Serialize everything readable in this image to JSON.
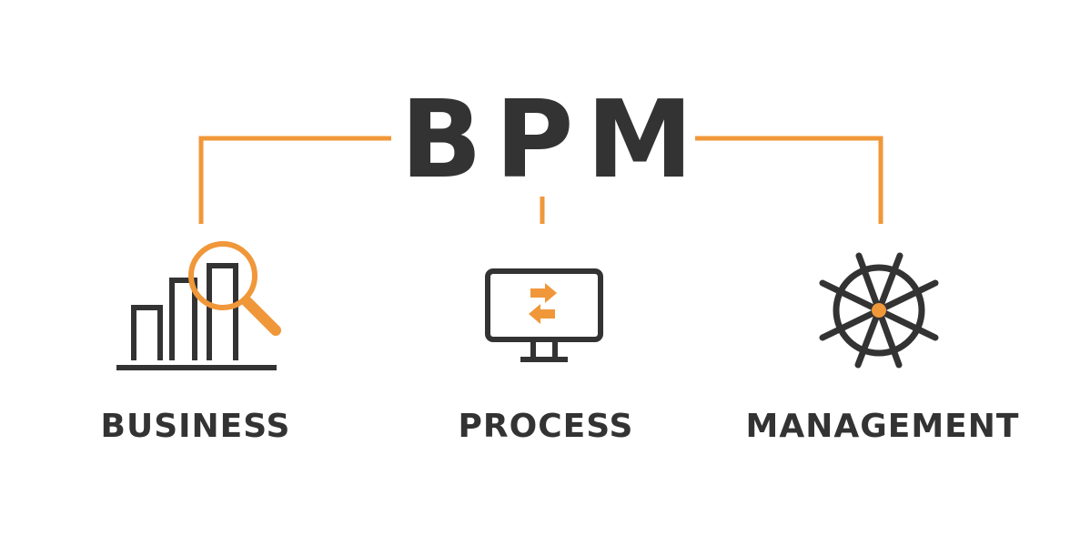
{
  "diagram": {
    "title": "BPM",
    "items": [
      {
        "label": "BUSINESS",
        "icon": "bar-chart-magnifier-icon"
      },
      {
        "label": "PROCESS",
        "icon": "monitor-arrows-icon"
      },
      {
        "label": "MANAGEMENT",
        "icon": "ship-wheel-icon"
      }
    ]
  },
  "colors": {
    "accent": "#F0973A",
    "text": "#333333",
    "background": "#FFFFFF"
  }
}
